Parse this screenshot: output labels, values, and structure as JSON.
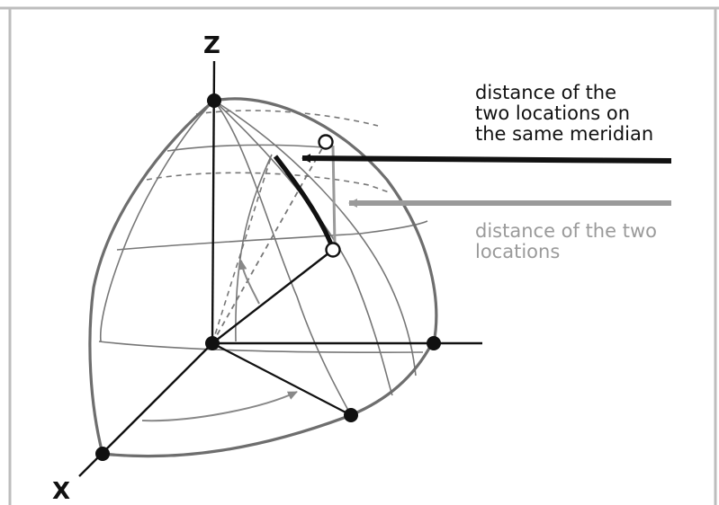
{
  "labels": {
    "axis_z": "Z",
    "axis_x": "X",
    "annotation_meridian": [
      "distance of the",
      "two locations on",
      "the same meridian"
    ],
    "annotation_distance": [
      "distance of the two",
      "locations"
    ]
  },
  "colors": {
    "frame": "#bdbdbd",
    "sphere_line": "#6e6e6e",
    "grid_line": "#777777",
    "axis": "#111111",
    "meridian_arc": "#111111",
    "great_circle_arrow": "#9a9a9a",
    "point_fill": "#111111",
    "location_fill": "#ffffff"
  }
}
